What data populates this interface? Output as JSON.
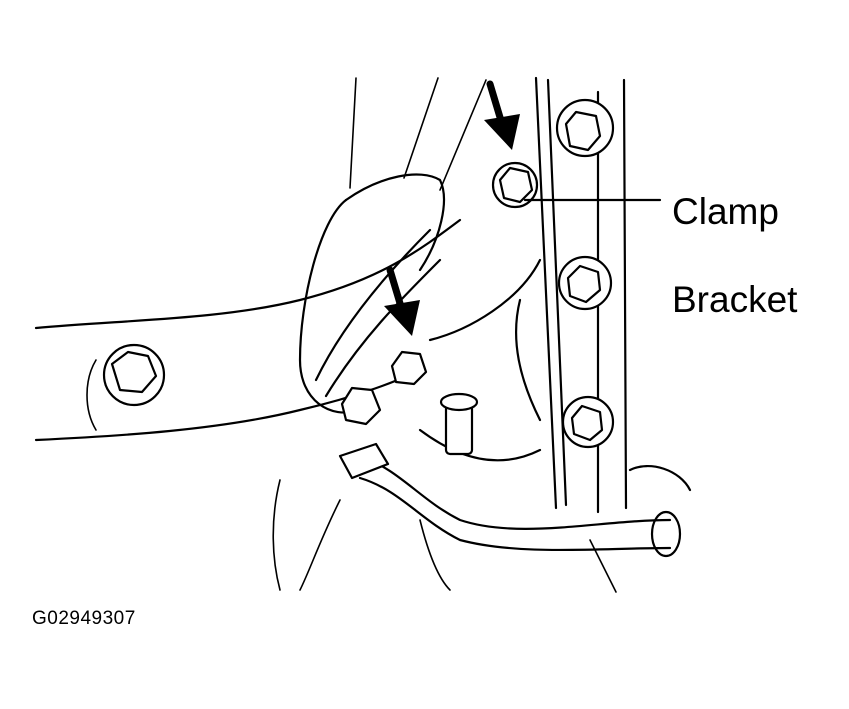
{
  "callout": {
    "label_line1": "Clamp",
    "label_line2": "Bracket"
  },
  "figure": {
    "id": "G02949307"
  },
  "colors": {
    "ink": "#000000",
    "paper": "#ffffff"
  }
}
